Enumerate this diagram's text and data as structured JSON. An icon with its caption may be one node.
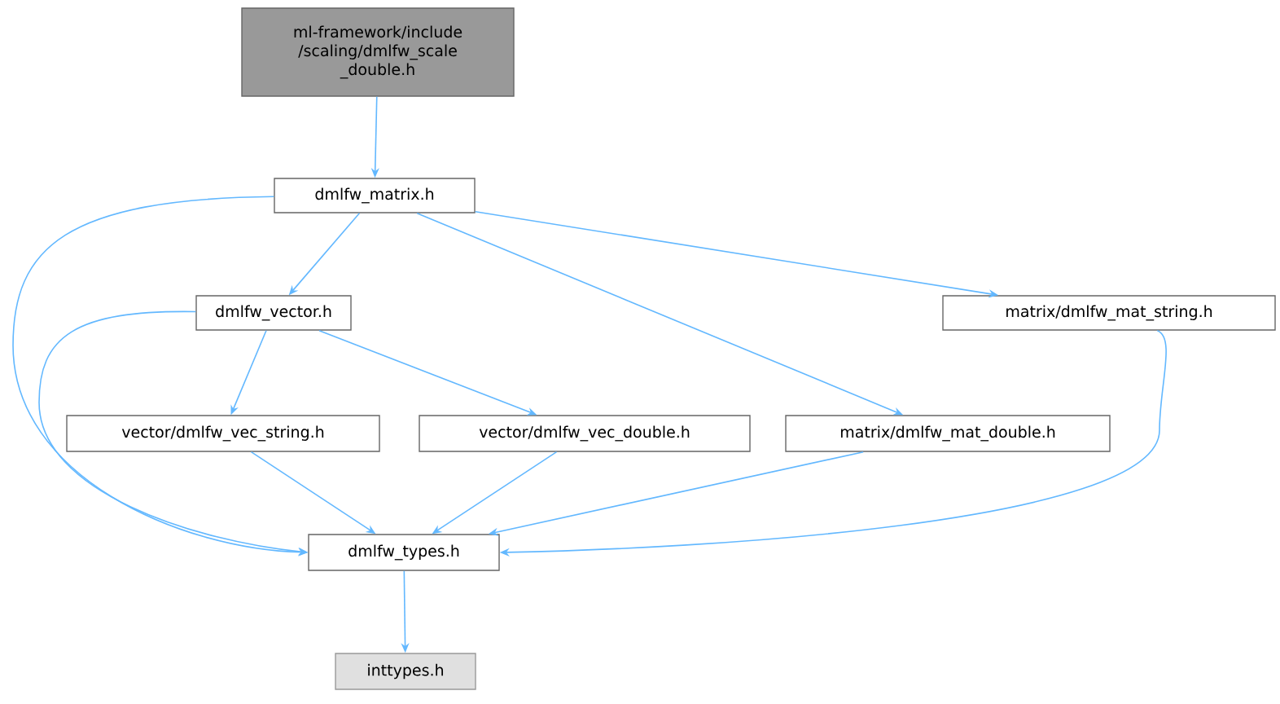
{
  "diagram": {
    "nodes": [
      {
        "text": [
          "ml-framework/include /scaling/dmlfw_scale _double.h"
        ]
      },
      {
        "text": [
          "dmlfw_matrix.h"
        ]
      },
      {
        "text": [
          "dmlfw_vector.h"
        ]
      },
      {
        "text": [
          "matrix/dmlfw_mat_string.h"
        ]
      },
      {
        "text": [
          "vector/dmlfw_vec_string.h"
        ]
      },
      {
        "text": [
          "vector/dmlfw_vec_double.h"
        ]
      },
      {
        "text": [
          "matrix/dmlfw_mat_double.h"
        ]
      },
      {
        "text": [
          "dmlfw_types.h"
        ]
      },
      {
        "text": [
          "inttypes.h"
        ]
      }
    ],
    "edges": [
      {
        "from": 0,
        "to": 1,
        "arrow": "to"
      },
      {
        "from": 1,
        "to": 7,
        "arrow": "to"
      },
      {
        "from": 1,
        "to": 2,
        "arrow": "to"
      },
      {
        "from": 1,
        "to": 6,
        "arrow": "to"
      },
      {
        "from": 1,
        "to": 3,
        "arrow": "to"
      },
      {
        "from": 2,
        "to": 4,
        "arrow": "to"
      },
      {
        "from": 2,
        "to": 5,
        "arrow": "to"
      },
      {
        "from": 2,
        "to": 7,
        "arrow": "to"
      },
      {
        "from": 3,
        "to": 7,
        "arrow": "to"
      },
      {
        "from": 4,
        "to": 7,
        "arrow": "to"
      },
      {
        "from": 5,
        "to": 7,
        "arrow": "to"
      },
      {
        "from": 6,
        "to": 7,
        "arrow": "to"
      },
      {
        "from": 7,
        "to": 8,
        "arrow": "to"
      }
    ]
  }
}
